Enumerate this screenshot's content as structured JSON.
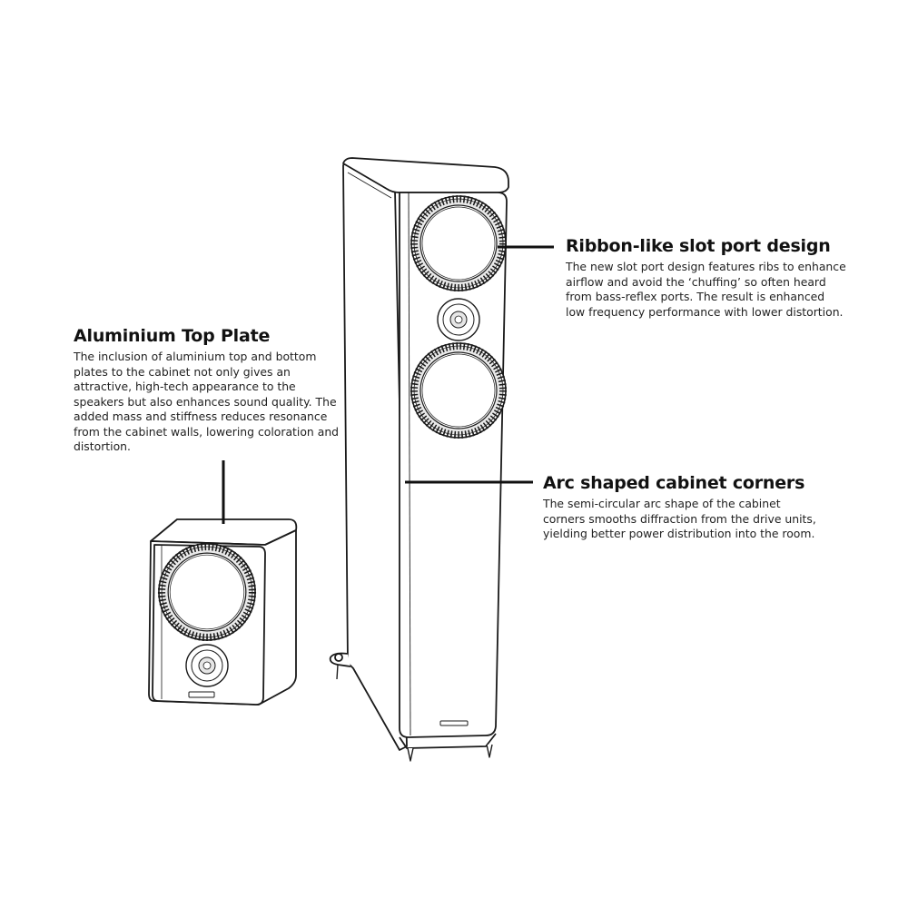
{
  "callouts": {
    "top_plate": {
      "title": "Aluminium Top Plate",
      "body": "The inclusion of aluminium top and bottom plates to the cabinet not only gives an attractive, high-tech appearance to the speakers but also enhances sound quality. The added mass and stiffness reduces resonance from the cabinet walls, lowering coloration and distortion."
    },
    "slot_port": {
      "title": "Ribbon-like slot port design",
      "body": "The new slot port design features ribs to enhance airflow and avoid the ‘chuffing’ so often heard from bass-reflex ports. The result is enhanced low frequency performance with lower distortion."
    },
    "arc_corners": {
      "title": "Arc shaped cabinet corners",
      "body": "The semi-circular arc shape of the cabinet corners smooths diffraction from the drive units, yielding better power distribution into the room."
    }
  },
  "colors": {
    "line": "#1a1a1a",
    "fill": "#ffffff",
    "shade": "#e9e9e9"
  },
  "icons": [
    "floorstanding-speaker",
    "bookshelf-speaker"
  ]
}
